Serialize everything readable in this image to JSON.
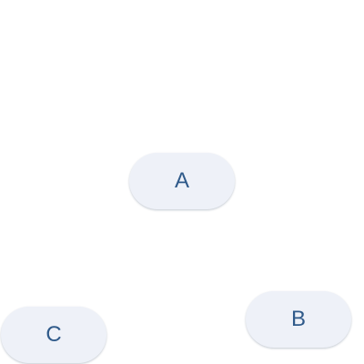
{
  "buttons": {
    "a": {
      "label": "A"
    },
    "b": {
      "label": "B"
    },
    "c": {
      "label": "C"
    }
  },
  "colors": {
    "background": "#ffffff",
    "button_fill": "#eef1f8",
    "button_text": "#2f5a8a"
  }
}
